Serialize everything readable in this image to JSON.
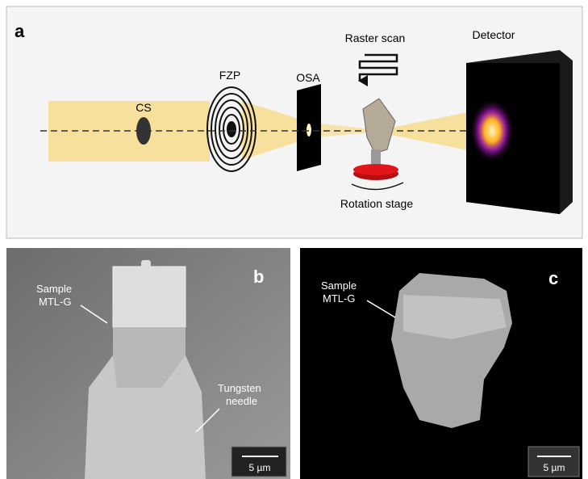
{
  "panel_a": {
    "letter": "a",
    "labels": {
      "cs": "CS",
      "fzp": "FZP",
      "osa": "OSA",
      "raster": "Raster scan",
      "rotation": "Rotation stage",
      "detector": "Detector"
    }
  },
  "panel_b": {
    "letter": "b",
    "sample_line1": "Sample",
    "sample_line2": "MTL-G",
    "needle_line1": "Tungsten",
    "needle_line2": "needle",
    "scale": "5 µm"
  },
  "panel_c": {
    "letter": "c",
    "sample_line1": "Sample",
    "sample_line2": "MTL-G",
    "scale": "5 µm"
  },
  "colors": {
    "beam": "#f7dc8c",
    "stage": "#e0161b",
    "panel_a_bg": "#f4f4f4"
  }
}
